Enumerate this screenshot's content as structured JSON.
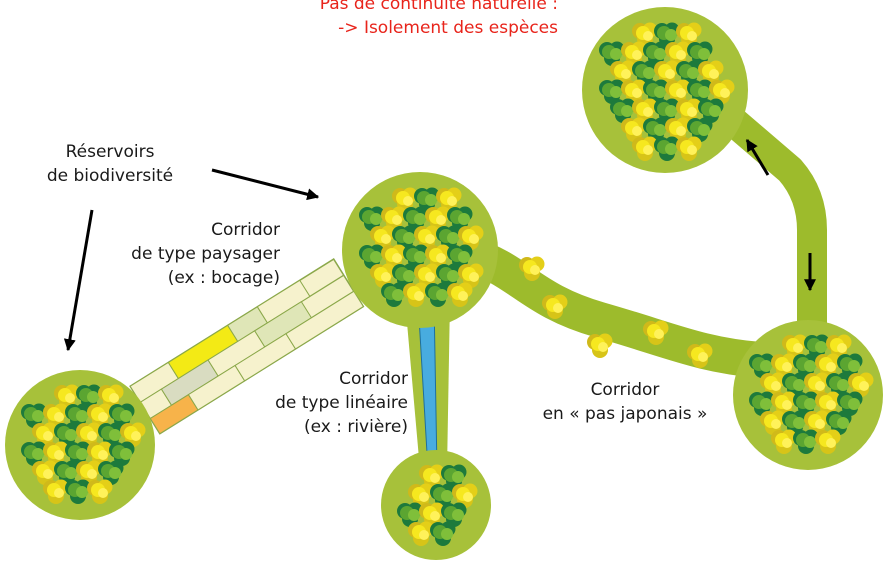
{
  "palette": {
    "reservoir_fill": "#a7c13a",
    "corridor_fill": "#9dbb2c",
    "tree_dark": "#1d7a3c",
    "tree_mid": "#5ba531",
    "tree_light": "#9ed344",
    "tree_yellow": "#f2e21f",
    "river": "#48acdf",
    "bocage_yellow": "#f3ea15",
    "bocage_orange": "#f7b34a",
    "bocage_pale": "#f6f2cd",
    "bocage_grey": "#d9dcc1",
    "bocage_green": "#dfe6b7",
    "alert_red": "#e8241b"
  },
  "labels": {
    "isolation": {
      "line1": "Pas de continuité naturelle :",
      "line2": "-> Isolement des espèces"
    },
    "reservoirs": {
      "line1": "Réservoirs",
      "line2": "de biodiversité"
    },
    "landscape_corridor": {
      "line1": "Corridor",
      "line2": "de type paysager",
      "line3": "(ex : bocage)"
    },
    "linear_corridor": {
      "line1": "Corridor",
      "line2": "de type linéaire",
      "line3": "(ex : rivière)"
    },
    "stepping_stone_corridor": {
      "line1": "Corridor",
      "line2": "en « pas japonais »"
    }
  },
  "icons": {
    "tree": "tree-cluster-icon",
    "arrow": "arrow-icon"
  }
}
